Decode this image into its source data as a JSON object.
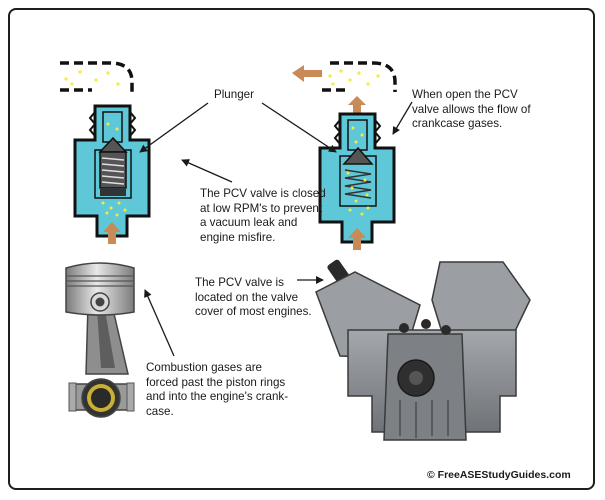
{
  "labels": {
    "plunger": "Plunger",
    "open_valve": "When open the PCV\nvalve allows the flow of\ncrankcase gases.",
    "closed_valve": "The PCV valve is closed\nat low RPM's to prevent\na vacuum leak and\nengine misfire.",
    "location": "The PCV valve is\nlocated on the valve\ncover of most engines.",
    "combustion": "Combustion gases are\nforced past the piston rings\nand into the engine's crank-\ncase.",
    "copyright": "© FreeASEStudyGuides.com"
  },
  "colors": {
    "valve_body": "#5ec8d8",
    "spring": "#3a3a3a",
    "plunger": "#555555",
    "gas_dots": "#f4ec3a",
    "flow_arrow": "#c88a56",
    "engine": "#8a8e93",
    "frame": "#1e1e1e"
  }
}
